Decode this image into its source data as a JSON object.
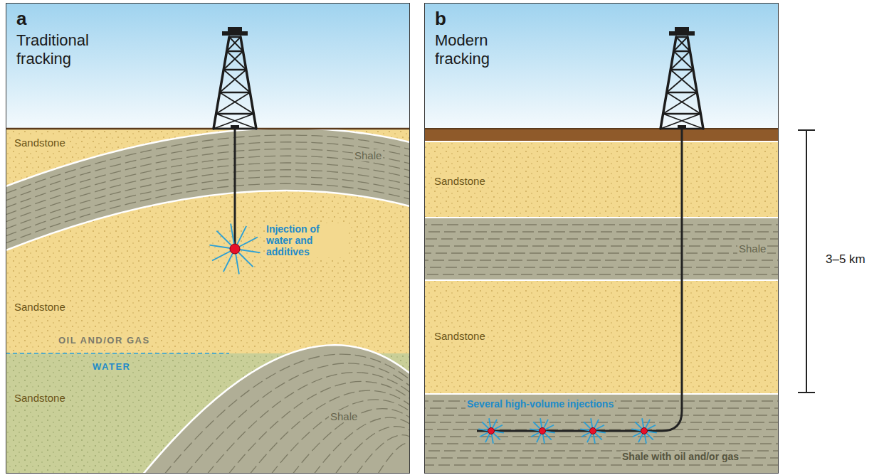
{
  "diagram": {
    "nodes": [
      {
        "text": [
          "a",
          "Traditional fracking"
        ]
      },
      {
        "text": [
          "b",
          "Modern fracking"
        ]
      }
    ],
    "labels": [
      "Sandstone",
      "Shale",
      "Injection of water and additives",
      "Sandstone",
      "OIL AND/OR GAS",
      "WATER",
      "Sandstone",
      "Shale",
      "Sandstone",
      "Shale",
      "Sandstone",
      "Several high-volume injections",
      "Shale with oil and/or gas",
      "3–5 km"
    ]
  }
}
